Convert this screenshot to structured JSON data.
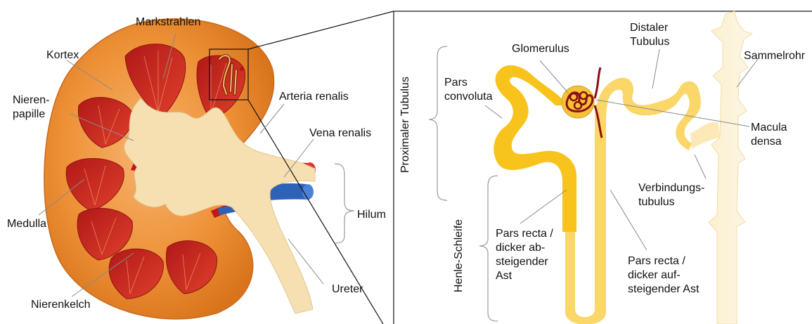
{
  "kidney_labels": {
    "markstrahlen": "Markstrahlen",
    "kortex": "Kortex",
    "nierenpapille": "Nieren-\npapille",
    "arteria_renalis": "Arteria renalis",
    "vena_renalis": "Vena renalis",
    "hilum": "Hilum",
    "medulla": "Medulla",
    "ureter": "Ureter",
    "nierenkelch": "Nierenkelch"
  },
  "nephron_labels": {
    "glomerulus": "Glomerulus",
    "distaler_tubulus": "Distaler\nTubulus",
    "sammelrohr": "Sammelrohr",
    "pars_convoluta": "Pars\nconvoluta",
    "macula_densa": "Macula\ndensa",
    "verbindungstubulus": "Verbindungs-\ntubulus",
    "pars_recta_ab": "Pars recta /\ndicker ab-\nsteigender\nAst",
    "pars_recta_auf": "Pars recta /\ndicker auf-\nsteigender Ast",
    "proximaler_tubulus": "Proximaler Tubulus",
    "henle_schleife": "Henle-Schleife"
  },
  "colors": {
    "cortex_orange": "#ec8a2c",
    "medulla_red": "#c8281e",
    "pelvis_cream": "#f6e0b2",
    "artery_red": "#c0161c",
    "vein_blue": "#2e62b8",
    "tubule_yellow": "#f7c31c",
    "tubule_pale": "#fbe3a0",
    "glomerulus_darkred": "#8a0f12"
  }
}
